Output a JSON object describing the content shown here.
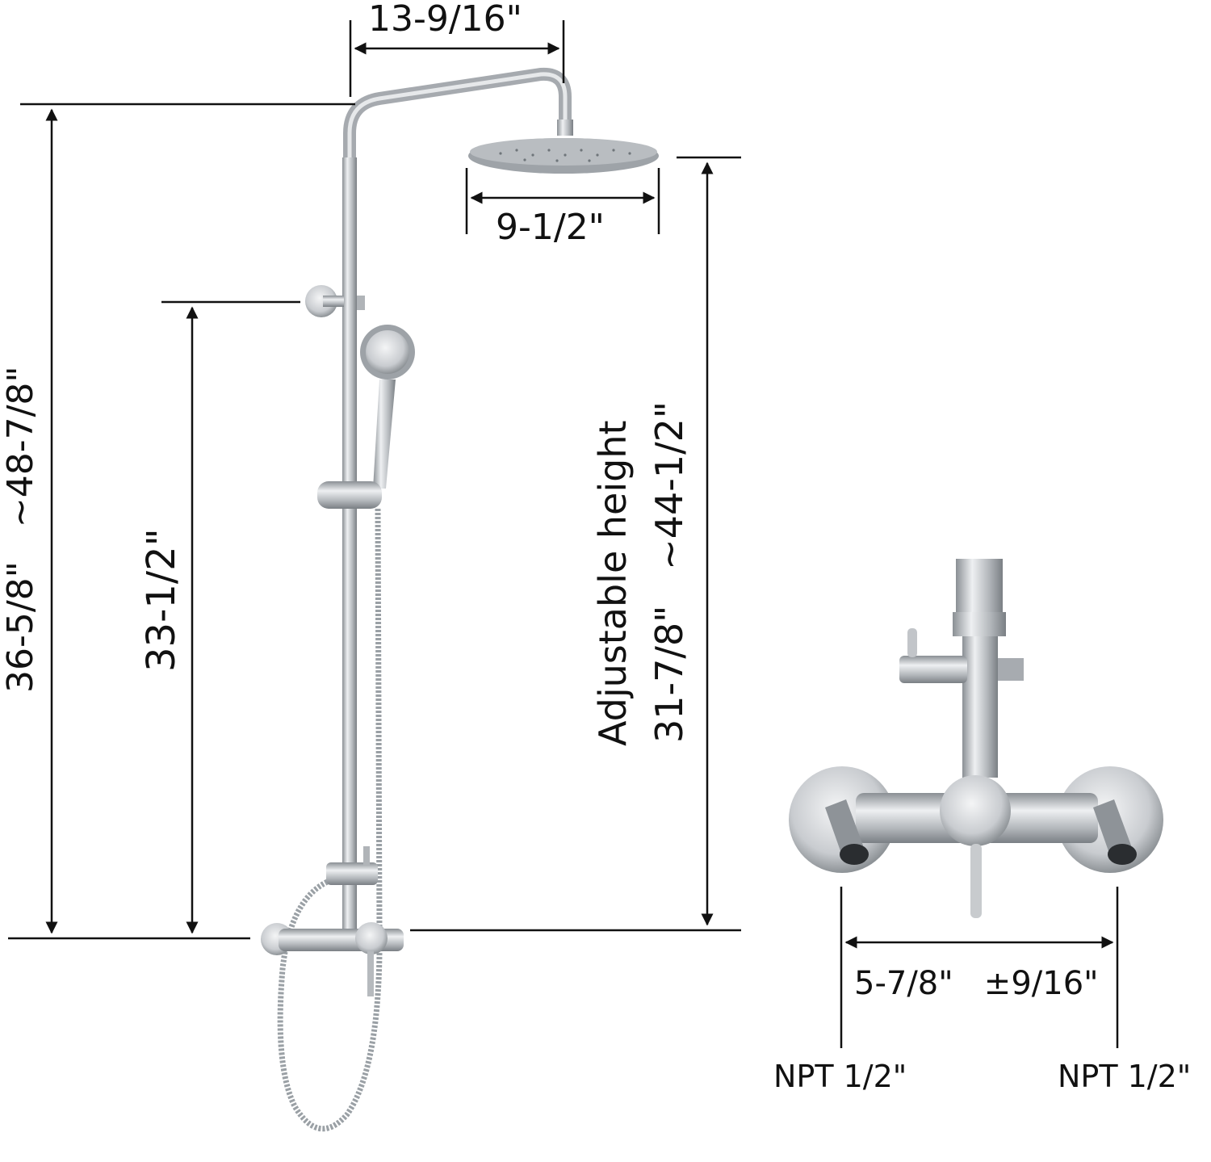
{
  "diagram": {
    "title": "Shower system dimension diagram",
    "colors": {
      "line": "#111111",
      "metal_light": "#e4e6e8",
      "metal_mid": "#b8bcc0",
      "metal_dark": "#7d8287",
      "background": "#ffffff"
    },
    "dimensions": {
      "arm_reach": "13-9/16\"",
      "head_diameter": "9-1/2\"",
      "total_height": "36-5/8\"   ~48-7/8\"",
      "bracket_height": "33-1/2\"",
      "adjustable_label": "Adjustable height",
      "adjustable_range": "31-7/8\"   ~44-1/2\"",
      "inlet_spacing": "5-7/8\"   ±9/16\"",
      "inlet_left": "NPT 1/2\"",
      "inlet_right": "NPT 1/2\""
    },
    "components": [
      "rain-shower-head",
      "shower-arm",
      "riser-pipe",
      "wall-bracket",
      "hand-shower",
      "slide-holder",
      "hose",
      "mixer-valve",
      "lever-handle",
      "diverter",
      "eccentric-connectors"
    ]
  }
}
